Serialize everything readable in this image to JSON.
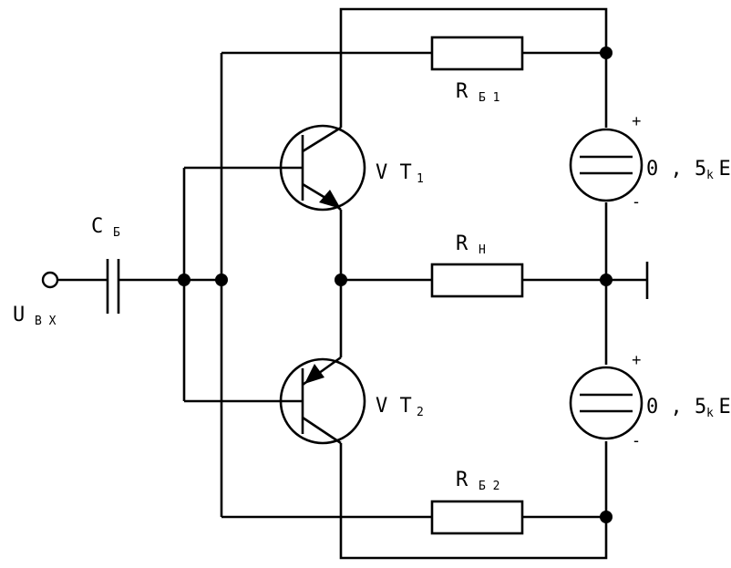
{
  "labels": {
    "rb1_main": "R",
    "rb1_sub": "Б 1",
    "rh_main": "R",
    "rh_sub": "Н",
    "rb2_main": "R",
    "rb2_sub": "Б 2",
    "vt1_main": "V T",
    "vt1_sub": "1",
    "vt2_main": "V T",
    "vt2_sub": "2",
    "cb_main": "C",
    "cb_sub": "Б",
    "uin_main": "U",
    "uin_sub": "В Х",
    "src1_main": "0 , 5 E",
    "src1_sub": "k",
    "src2_main": "0 , 5 E",
    "src2_sub": "k",
    "plus": "+",
    "minus": "-"
  }
}
